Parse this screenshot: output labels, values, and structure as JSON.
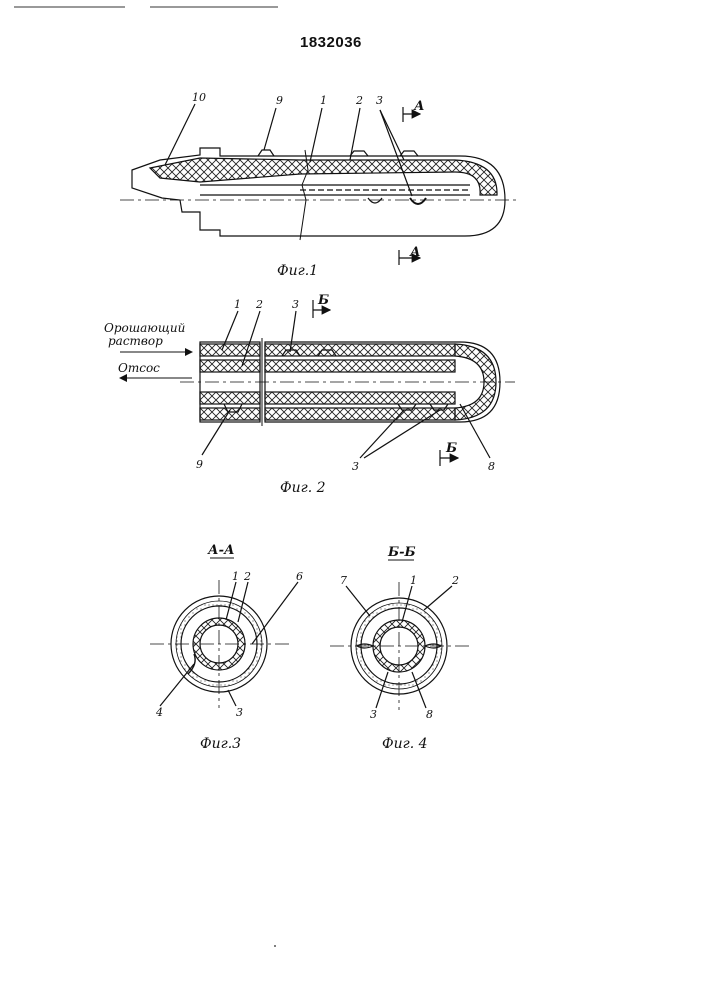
{
  "patent_number": "1832036",
  "figures": {
    "fig1": {
      "caption": "Фиг.1",
      "labels": [
        "10",
        "9",
        "1",
        "2",
        "3"
      ],
      "section_marker_top": "А",
      "section_marker_bottom": "А"
    },
    "fig2": {
      "caption": "Фиг. 2",
      "flow_in_label_line1": "Орошающий",
      "flow_in_label_line2": "раствор",
      "flow_out_label": "Отсос",
      "labels_top": [
        "1",
        "2",
        "3"
      ],
      "label_bottom_left": "9",
      "label_bottom_mid": "3",
      "label_bottom_right": "8",
      "section_marker_top": "Б",
      "section_marker_bottom": "Б"
    },
    "fig3": {
      "caption": "Фиг.3",
      "section_title": "А-А",
      "labels": [
        "1",
        "2",
        "6",
        "4",
        "3"
      ]
    },
    "fig4": {
      "caption": "Фиг. 4",
      "section_title": "Б-Б",
      "labels": [
        "7",
        "1",
        "2",
        "3",
        "8"
      ]
    }
  }
}
